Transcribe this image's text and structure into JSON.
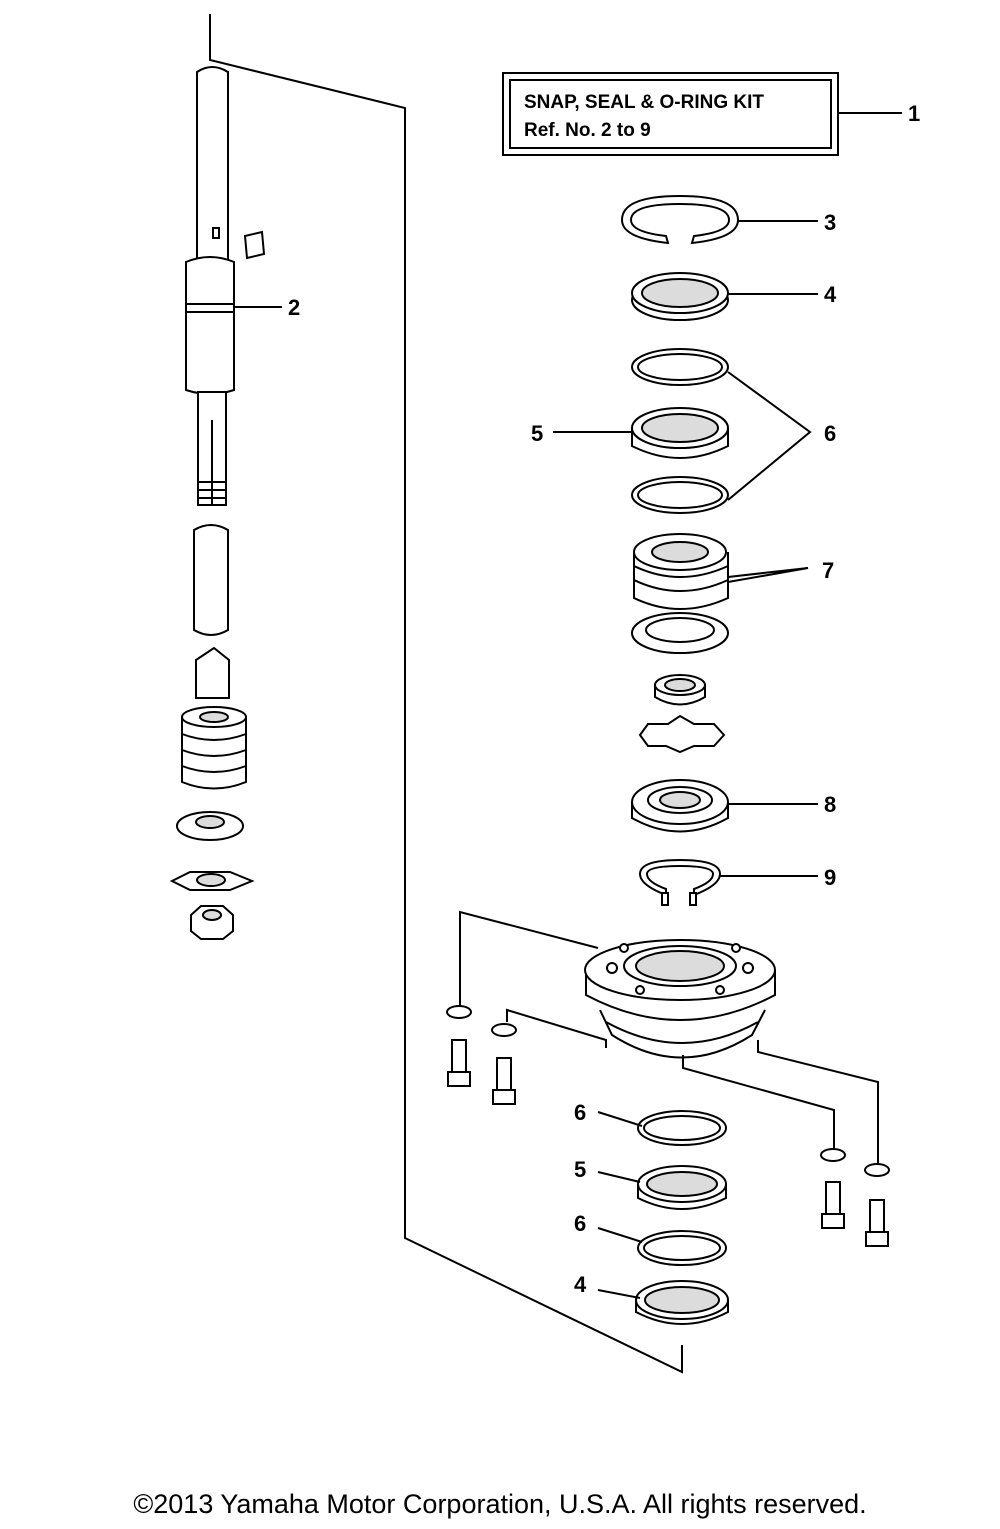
{
  "kit": {
    "title": "SNAP, SEAL & O-RING KIT",
    "ref": "Ref.  No.  2   to   9"
  },
  "callouts": {
    "c1": "1",
    "c2": "2",
    "c3": "3",
    "c4": "4",
    "c5": "5",
    "c6": "6",
    "c7": "7",
    "c8": "8",
    "c9": "9",
    "c6b": "6",
    "c5b": "5",
    "c6c": "6",
    "c4b": "4"
  },
  "footer": {
    "copyright": "©2013 Yamaha Motor Corporation, U.S.A. All rights reserved."
  }
}
